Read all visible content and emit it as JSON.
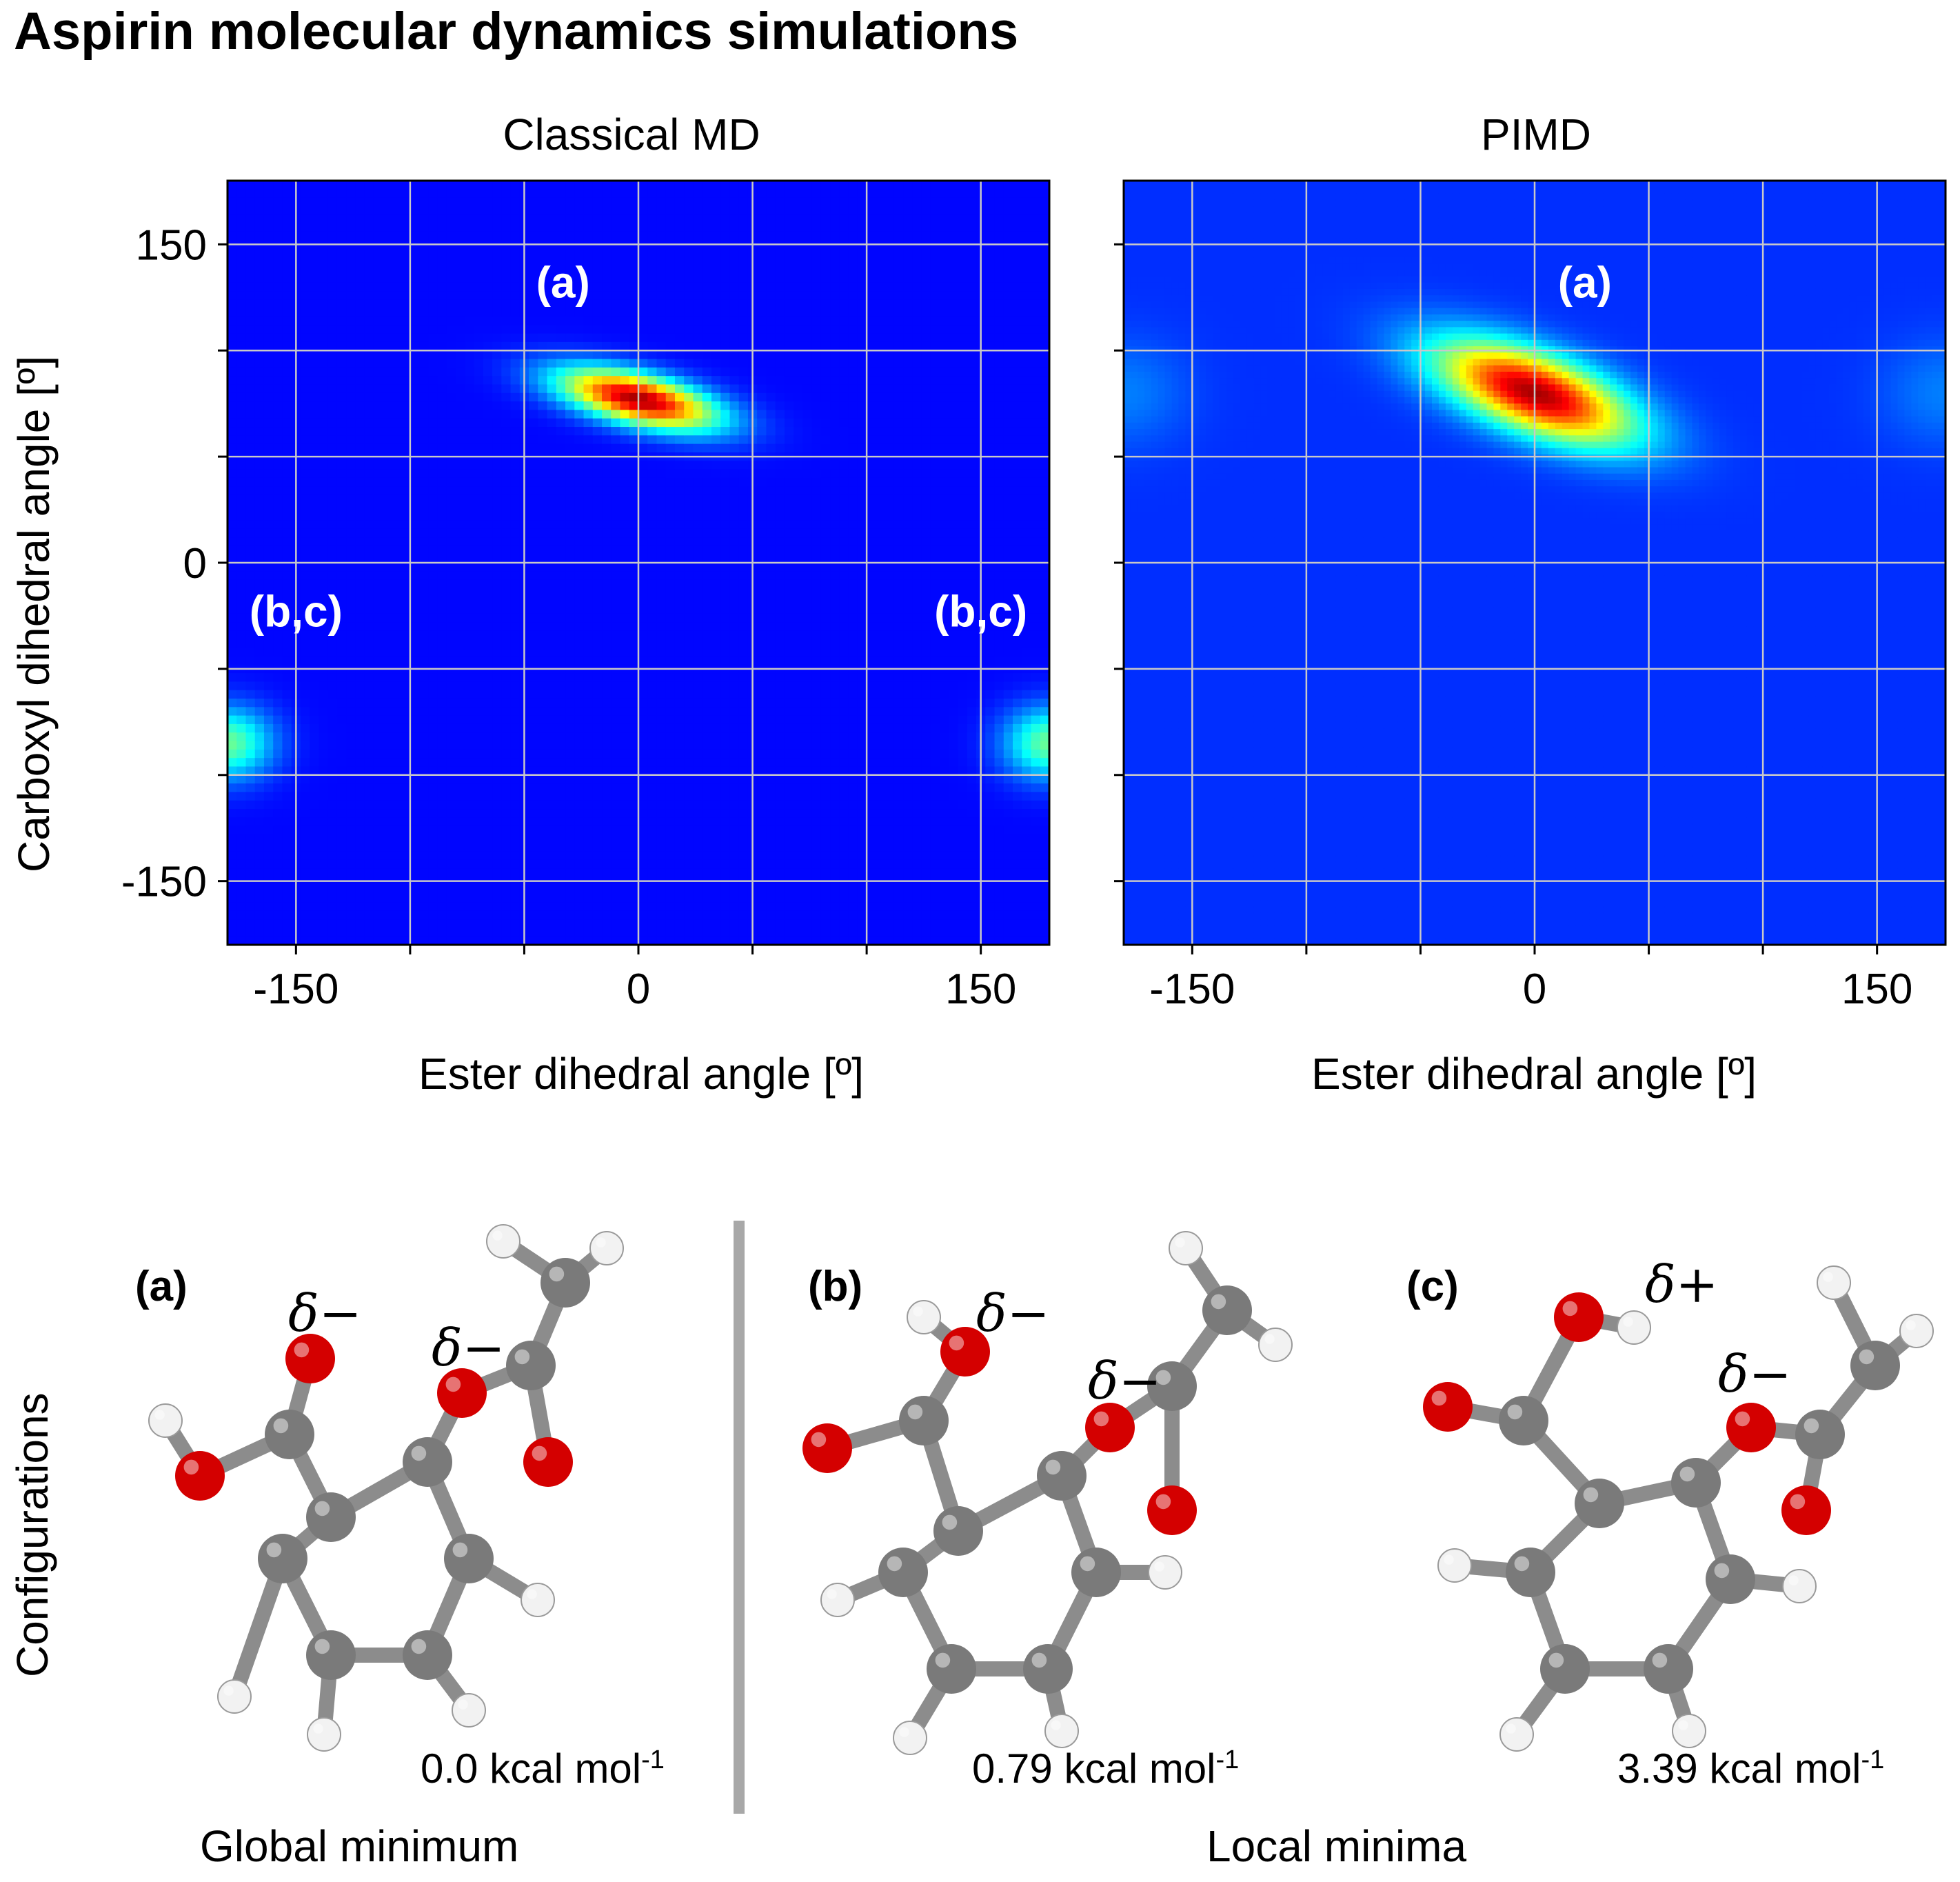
{
  "title": "Aspirin molecular dynamics simulations",
  "chart_data": [
    {
      "type": "heatmap",
      "title": "Classical MD",
      "xlabel": "Ester dihedral angle [º]",
      "ylabel": "Carboxyl dihedral angle [º]",
      "xlim": [
        -180,
        180
      ],
      "ylim": [
        -180,
        180
      ],
      "xticks": [
        -150,
        -100,
        -50,
        0,
        50,
        100,
        150
      ],
      "yticks": [
        -150,
        -100,
        -50,
        0,
        50,
        100,
        150
      ],
      "xtick_labels": [
        "-150",
        "0",
        "150"
      ],
      "ytick_labels": [
        "-150",
        "0",
        "150"
      ],
      "grid": true,
      "colormap": "jet",
      "peaks": [
        {
          "x": 0,
          "y": 77,
          "sx": 24,
          "sy": 10,
          "rho": -0.55,
          "amp": 1.0
        },
        {
          "x": -180,
          "y": -85,
          "sx": 14,
          "sy": 12,
          "rho": 0,
          "amp": 0.42
        },
        {
          "x": 180,
          "y": -85,
          "sx": 14,
          "sy": 12,
          "rho": 0,
          "amp": 0.42
        }
      ],
      "annotations": [
        {
          "text": "(a)",
          "x": -33,
          "y": 125
        },
        {
          "text": "(b,c)",
          "x": -150,
          "y": -30
        },
        {
          "text": "(b,c)",
          "x": 150,
          "y": -30
        }
      ]
    },
    {
      "type": "heatmap",
      "title": "PIMD",
      "xlabel": "Ester dihedral angle [º]",
      "xlim": [
        -180,
        180
      ],
      "ylim": [
        -180,
        180
      ],
      "xticks": [
        -150,
        -100,
        -50,
        0,
        50,
        100,
        150
      ],
      "yticks": [
        -150,
        -100,
        -50,
        0,
        50,
        100,
        150
      ],
      "xtick_labels": [
        "-150",
        "0",
        "150"
      ],
      "grid": true,
      "colormap": "jet",
      "peaks": [
        {
          "x": 0,
          "y": 80,
          "sx": 30,
          "sy": 17,
          "rho": -0.6,
          "amp": 1.0
        },
        {
          "x": -180,
          "y": 80,
          "sx": 20,
          "sy": 18,
          "rho": 0,
          "amp": 0.1
        },
        {
          "x": 180,
          "y": 80,
          "sx": 20,
          "sy": 18,
          "rho": 0,
          "amp": 0.1
        }
      ],
      "annotations": [
        {
          "text": "(a)",
          "x": 22,
          "y": 125
        }
      ]
    }
  ],
  "configurations": {
    "label": "Configurations",
    "global_label": "Global minimum",
    "local_label": "Local minima",
    "molecules": [
      {
        "tag": "(a)",
        "energy": "0.0 kcal mol",
        "energy_sup": "-1",
        "deltas": [
          "δ−",
          "δ−"
        ]
      },
      {
        "tag": "(b)",
        "energy": "0.79 kcal mol",
        "energy_sup": "-1",
        "deltas": [
          "δ−",
          "δ−"
        ]
      },
      {
        "tag": "(c)",
        "energy": "3.39 kcal mol",
        "energy_sup": "-1",
        "deltas": [
          "δ+",
          "δ−"
        ]
      }
    ]
  },
  "colors": {
    "carbon": "#7a7a7a",
    "oxygen": "#d40000",
    "hydrogen": "#f2f2f2",
    "bond": "#8c8c8c",
    "grid": "#c8c8c8",
    "divider": "#a8a8a8"
  }
}
